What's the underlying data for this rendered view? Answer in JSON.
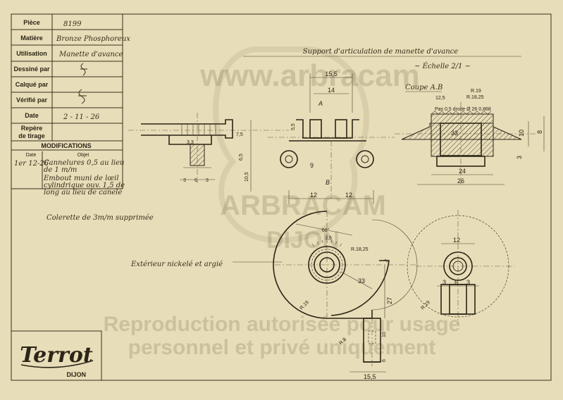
{
  "title_block": {
    "rows": [
      {
        "label": "Pièce",
        "value": "8199"
      },
      {
        "label": "Matière",
        "value": "Bronze Phosphoreux"
      },
      {
        "label": "Utilisation",
        "value": "Manette d'avance"
      },
      {
        "label": "Dessiné par",
        "value": ""
      },
      {
        "label": "Calqué par",
        "value": ""
      },
      {
        "label": "Vérifié par",
        "value": ""
      },
      {
        "label": "Date",
        "value": "2 - 11 - 26"
      },
      {
        "label": "Repère de tirage",
        "value": ""
      }
    ],
    "modifications_header": "MODIFICATIONS",
    "mod_date_header": "Date",
    "mod_object_header": "Objet",
    "mod_date": "1er 12-26",
    "mod_lines": [
      "Cannelures 0,5 au lieu",
      "de 1 m/m",
      "Embout muni de lœil",
      "cylindrique ouv. 1,5 de",
      "long au lieu de canelé",
      "Colerette de 3m/m supprimée"
    ]
  },
  "drawing": {
    "title": "Support d'articulation de manette d'avance",
    "scale": "~ Échelle 2/1 ~",
    "section_label": "Coupe A.B",
    "note": "Extérieur nickelé et argié",
    "dims_top": [
      "15,5",
      "14",
      "9",
      "12",
      "12",
      "33",
      "24",
      "26",
      "10",
      "8",
      "3",
      "6",
      "3",
      "3,3",
      "5,5",
      "6,5",
      "10,5",
      "7,5",
      "R.19",
      "R.18,25",
      "12,5",
      "Pas 0,5 droite Ø 26 0,868",
      "B",
      "A"
    ],
    "dims_bottom": [
      "60°",
      "3,5",
      "33",
      "3",
      "27",
      "12",
      "3",
      "6",
      "3",
      "10",
      "6",
      "15,5",
      "R.18,25",
      "R.8",
      "R.19"
    ]
  },
  "watermark": {
    "line1": "www.arbracam",
    "line2": "ARBRACAM",
    "line3": "DIJON",
    "line4": "Reproduction autorisée pour usage",
    "line5": "personnel et privé uniquement"
  },
  "logo": {
    "brand": "Terrot",
    "city": "DIJON"
  }
}
